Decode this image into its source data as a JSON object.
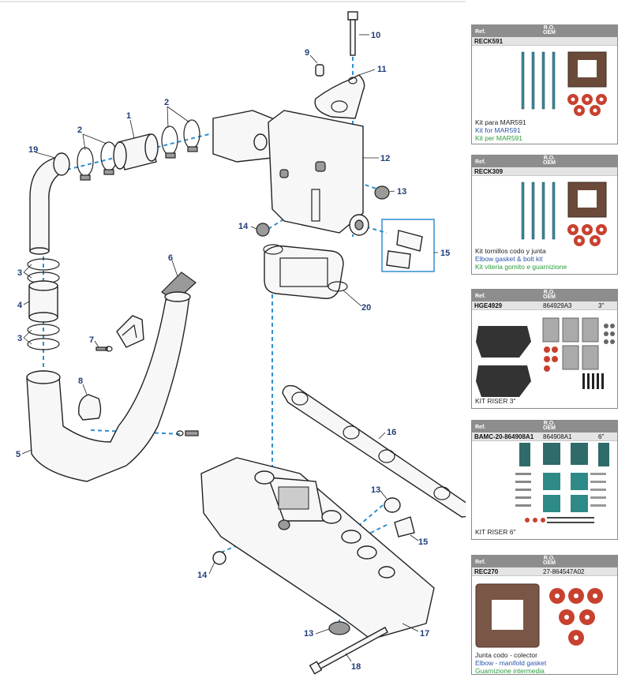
{
  "diagram": {
    "callouts": {
      "c1": "1",
      "c2a": "2",
      "c2b": "2",
      "c3a": "3",
      "c3b": "3",
      "c4": "4",
      "c5": "5",
      "c6": "6",
      "c7": "7",
      "c8": "8",
      "c9": "9",
      "c10": "10",
      "c11": "11",
      "c12": "12",
      "c13a": "13",
      "c13b": "13",
      "c13c": "13",
      "c14a": "14",
      "c14b": "14",
      "c15a": "15",
      "c15b": "15",
      "c16": "16",
      "c17": "17",
      "c18": "18",
      "c19": "19",
      "c20": "20"
    }
  },
  "kits": [
    {
      "ref_label": "Ref.",
      "ro_label": "R.O.",
      "oem_label": "OEM",
      "code": "RECK591",
      "oem": "",
      "size": "",
      "desc_es": "Kit para MAR591",
      "desc_en": "Kit for MAR591",
      "desc_it": "Kit per MAR591"
    },
    {
      "ref_label": "Ref.",
      "ro_label": "R.O.",
      "oem_label": "OEM",
      "code": "RECK309",
      "oem": "",
      "size": "",
      "desc_es": "Kit tornillos codo y junta",
      "desc_en": "Elbow gasket & bolt kit",
      "desc_it": "Kit viteria gomito e guarnizione"
    },
    {
      "ref_label": "Ref.",
      "ro_label": "R.O.",
      "oem_label": "OEM",
      "code": "HGE4929",
      "oem": "864929A3",
      "size": "3\"",
      "caption": "KIT RISER 3\""
    },
    {
      "ref_label": "Ref.",
      "ro_label": "R.O.",
      "oem_label": "OEM",
      "code": "BAMC-20-864908A1",
      "oem": "864908A1",
      "size": "6\"",
      "caption": "KIT RISER 6\""
    },
    {
      "ref_label": "Ref.",
      "ro_label": "R.O.",
      "oem_label": "OEM",
      "code": "REC270",
      "oem": "27-864547A02",
      "size": "",
      "desc_es": "Junta codo - colector",
      "desc_en": "Elbow - manifold gasket",
      "desc_it": "Guarnizione intermedia"
    }
  ],
  "colors": {
    "callout": "#1f3d78",
    "dash": "#2f8fcf",
    "header": "#8d8d8d",
    "seal": "#c8412f",
    "en_text": "#2a55a8",
    "it_text": "#2c9a3a"
  }
}
